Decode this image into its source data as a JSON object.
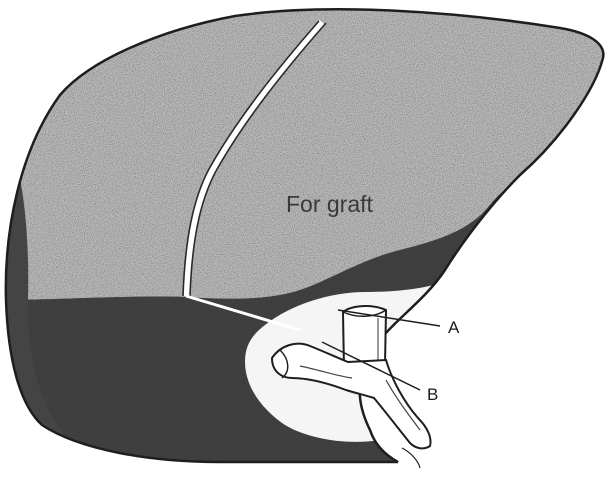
{
  "labels": {
    "graft": "For graft",
    "a": "A",
    "b": "B"
  },
  "colors": {
    "outline": "#1e1e1e",
    "light_stipple": "#8a8a8a",
    "dark_stipple": "#222222",
    "paper": "#ffffff"
  }
}
